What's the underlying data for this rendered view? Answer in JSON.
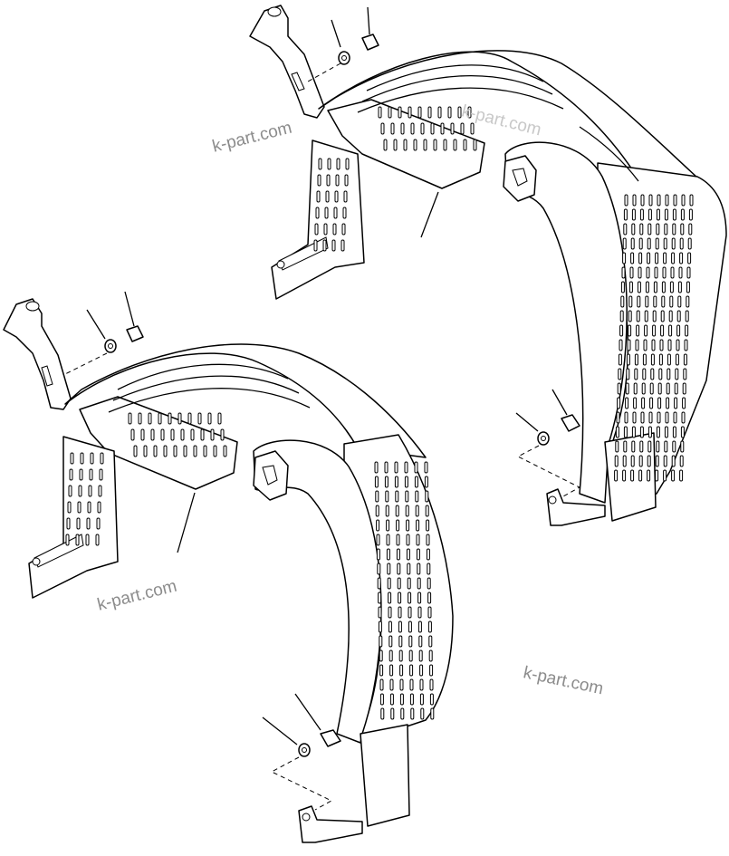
{
  "diagram": {
    "parts": [
      {
        "name": "upper-fender"
      },
      {
        "name": "lower-fender"
      }
    ],
    "hardware": [
      "bolt",
      "washer"
    ]
  },
  "watermarks": [
    {
      "text": "k-part.com"
    },
    {
      "text": "k-part.com"
    },
    {
      "text": "k-part.com"
    },
    {
      "text": "k-part.com"
    }
  ],
  "colors": {
    "line": "#000000",
    "background": "#ffffff",
    "watermark": "#8c8c8c"
  }
}
